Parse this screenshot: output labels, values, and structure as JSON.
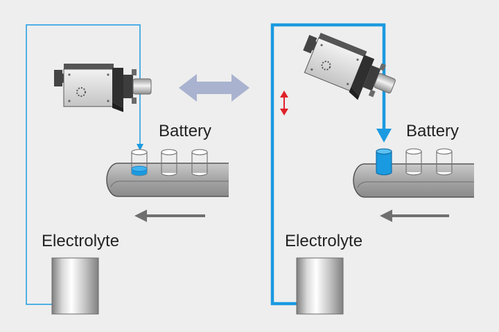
{
  "labels": {
    "battery_left": "Battery",
    "electrolyte_left": "Electrolyte",
    "battery_right": "Battery",
    "electrolyte_right": "Electrolyte"
  },
  "colors": {
    "background": "#eeeeee",
    "flow_line": "#1a9ae0",
    "fill_liquid": "#1a9ae0",
    "conveyor_arrow": "#6f6f6f",
    "compare_arrow": "#a9b2cf",
    "tilt_arrow": "#e0202a"
  },
  "icons": {
    "dispenser": "dispenser-pump-icon",
    "compare": "double-arrow-icon",
    "tilt": "tilt-arrow-icon",
    "tank": "electrolyte-tank-icon",
    "cup": "battery-cell-cup-icon"
  },
  "panels": [
    {
      "variant": "thin-line",
      "fill_level": 0.2
    },
    {
      "variant": "thick-line",
      "fill_level": 1.0
    }
  ]
}
